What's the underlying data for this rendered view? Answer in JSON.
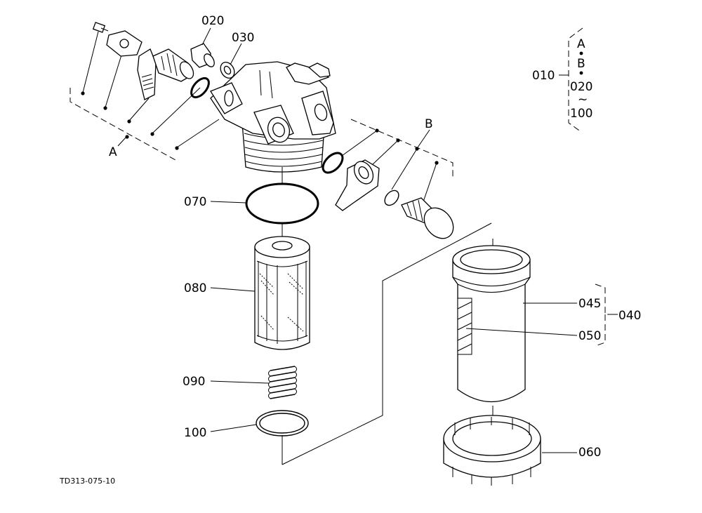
{
  "labels": {
    "p010": "010",
    "p020": "020",
    "p030": "030",
    "p040": "040",
    "p045": "045",
    "p050": "050",
    "p060": "060",
    "p070": "070",
    "p080": "080",
    "p090": "090",
    "p100": "100"
  },
  "groups": {
    "a": "A",
    "b": "B"
  },
  "legend": {
    "line1": "A",
    "line2": "B",
    "line3": "020",
    "tilde": "~",
    "line4": "100"
  },
  "drawing_code": "TD313-075-10"
}
